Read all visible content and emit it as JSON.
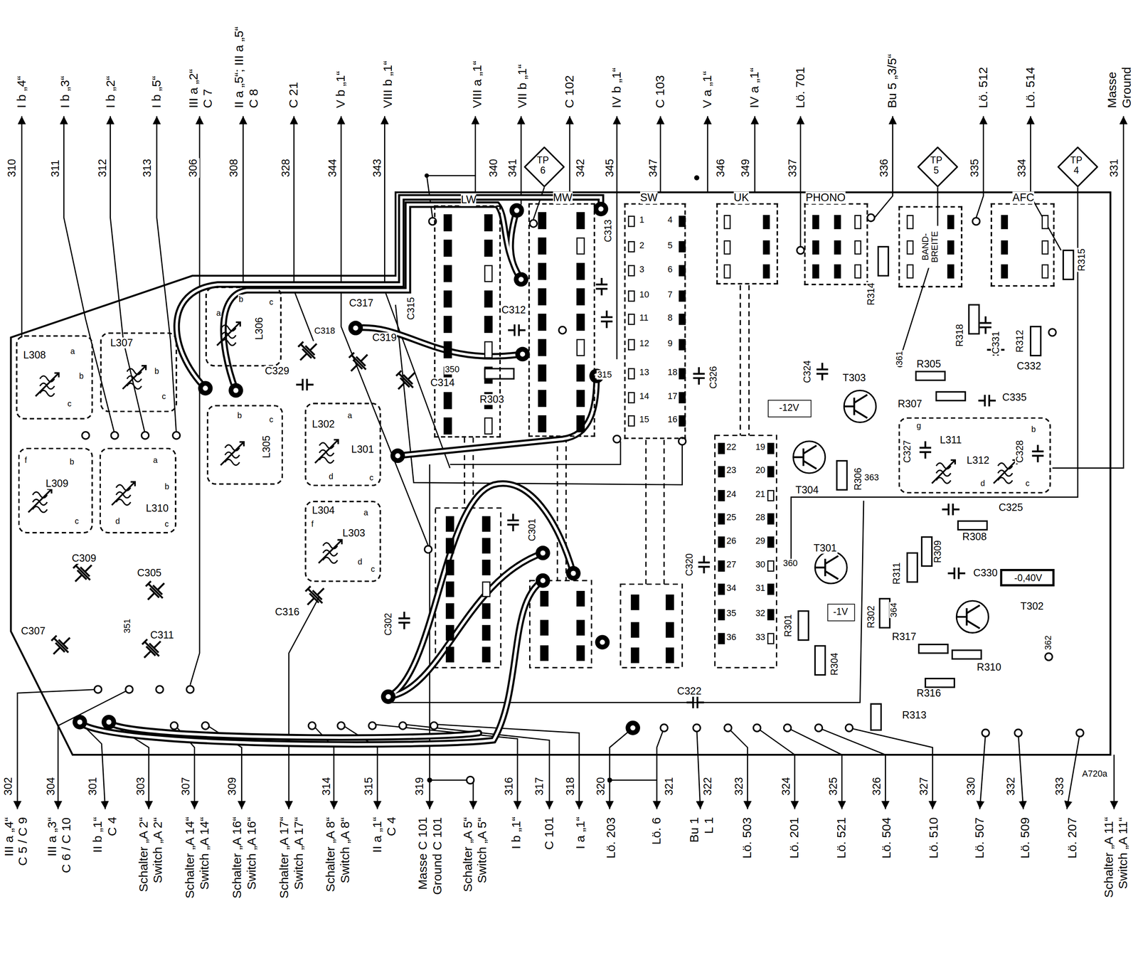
{
  "diagram": {
    "nodes": [
      {
        "text": [
          "TP 6"
        ]
      },
      {
        "text": [
          "TP 5"
        ]
      },
      {
        "text": [
          "TP 4"
        ]
      },
      {
        "text": [
          "LW"
        ]
      },
      {
        "text": [
          "MW"
        ]
      },
      {
        "text": [
          "SW"
        ]
      },
      {
        "text": [
          "UK"
        ]
      },
      {
        "text": [
          "PHONO"
        ]
      },
      {
        "text": [
          "BAND- BREITE"
        ]
      },
      {
        "text": [
          "AFC"
        ]
      },
      {
        "text": [
          "L306"
        ]
      },
      {
        "text": [
          "L307"
        ]
      },
      {
        "text": [
          "L308"
        ]
      },
      {
        "text": [
          "-12V"
        ]
      },
      {
        "text": [
          "L305"
        ]
      },
      {
        "text": [
          "L302",
          "L301"
        ]
      },
      {
        "text": [
          "L311",
          "L312"
        ]
      },
      {
        "text": [
          "L309"
        ]
      },
      {
        "text": [
          "L310"
        ]
      },
      {
        "text": [
          "L304",
          "L303"
        ]
      },
      {
        "text": [
          "-0,40V"
        ]
      },
      {
        "text": [
          "-1V"
        ]
      }
    ],
    "labels": [
      "310",
      "311",
      "312",
      "313",
      "306",
      "308",
      "328",
      "344",
      "343",
      "340",
      "341",
      "342",
      "345",
      "347",
      "346",
      "349",
      "337",
      "336",
      "335",
      "334",
      "331",
      "I b „4“",
      "I b „3“",
      "I b „2“",
      "I b „5“",
      "III a „2“",
      "C 7",
      "II a „5“; III a „5“",
      "C 8",
      "C 21",
      "V b „1“",
      "VIII b „1“",
      "VIII a „1“",
      "VII b „1“",
      "C 102",
      "IV b „1“",
      "C 103",
      "V a „1“",
      "IV a „1“",
      "Lö. 701",
      "Bu 5 „3/5“",
      "Lö. 512",
      "Lö. 514",
      "Masse",
      "Ground",
      "302",
      "304",
      "301",
      "303",
      "307",
      "309",
      "314",
      "315",
      "319",
      "316",
      "317",
      "318",
      "320",
      "321",
      "322",
      "323",
      "324",
      "325",
      "326",
      "327",
      "330",
      "332",
      "333",
      "A720a",
      "III a „4“",
      "C 5 / C 9",
      "III a „3“",
      "C 6 / C 10",
      "II b „1“",
      "C 4",
      "Schalter „A 2“",
      "Switch „A 2“",
      "Schalter „A 14“",
      "Switch „A 14“",
      "Schalter „A 16“",
      "Switch „A 16“",
      "Schalter „A 17“",
      "Switch „A 17“",
      "Schalter „A 8“",
      "Switch „A 8“",
      "II a „1“",
      "C 4",
      "Masse C 101",
      "Ground C 101",
      "Schalter „A 5“",
      "Switch „A 5“",
      "I b „1“",
      "C 101",
      "I a „1“",
      "Lö. 203",
      "Lö. 6",
      "Bu 1",
      "L 1",
      "Lö. 503",
      "Lö. 201",
      "Lö. 521",
      "Lö. 504",
      "Lö. 510",
      "Lö. 507",
      "Lö. 509",
      "Lö. 207",
      "Schalter „A 11“",
      "Switch „A 11“",
      "C317",
      "C319",
      "C329",
      "C314",
      "C315",
      "C313",
      "C312",
      "C318",
      "350",
      "R303",
      "315",
      "C326",
      "C324",
      "T303",
      "R305",
      "R307",
      "C335",
      "C327",
      "C328",
      "R308",
      "C325",
      "R309",
      "C330",
      "R311",
      "T301",
      "360",
      "T304",
      "R306",
      "363",
      "T302",
      "R302",
      "364",
      "362",
      "R301",
      "R304",
      "R317",
      "R310",
      "R316",
      "R313",
      "C322",
      "C320",
      "C302",
      "C301",
      "R314",
      "R318",
      "C331",
      "R312",
      "C332",
      "R315",
      "361",
      "C309",
      "C305",
      "C307",
      "C311",
      "351",
      "C316",
      "a",
      "b",
      "c",
      "b",
      "c",
      "a",
      "b",
      "c",
      "b",
      "c",
      "f",
      "b",
      "c",
      "a",
      "b",
      "d",
      "c",
      "a",
      "d",
      "c",
      "f",
      "a",
      "d",
      "c",
      "g",
      "b",
      "d",
      "c",
      "1",
      "2",
      "3",
      "10",
      "11",
      "12",
      "13",
      "14",
      "15",
      "4",
      "5",
      "6",
      "7",
      "8",
      "9",
      "18",
      "17",
      "16",
      "22",
      "23",
      "24",
      "25",
      "26",
      "27",
      "34",
      "35",
      "36",
      "19",
      "20",
      "21",
      "28",
      "29",
      "30",
      "31",
      "32",
      "33"
    ]
  }
}
